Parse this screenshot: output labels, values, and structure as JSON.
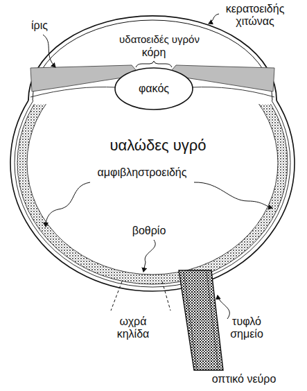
{
  "diagram": {
    "labels": [
      "ίρις",
      "κερατοειδής χιτώνας",
      "υδατοειδές υγρόν",
      "κόρη",
      "φακός",
      "υαλώδες υγρό",
      "αμφιβληστροειδής",
      "βοθρίο",
      "ωχρά κηλίδα",
      "τυφλό σημείο",
      "οπτικό νεύρο"
    ]
  }
}
